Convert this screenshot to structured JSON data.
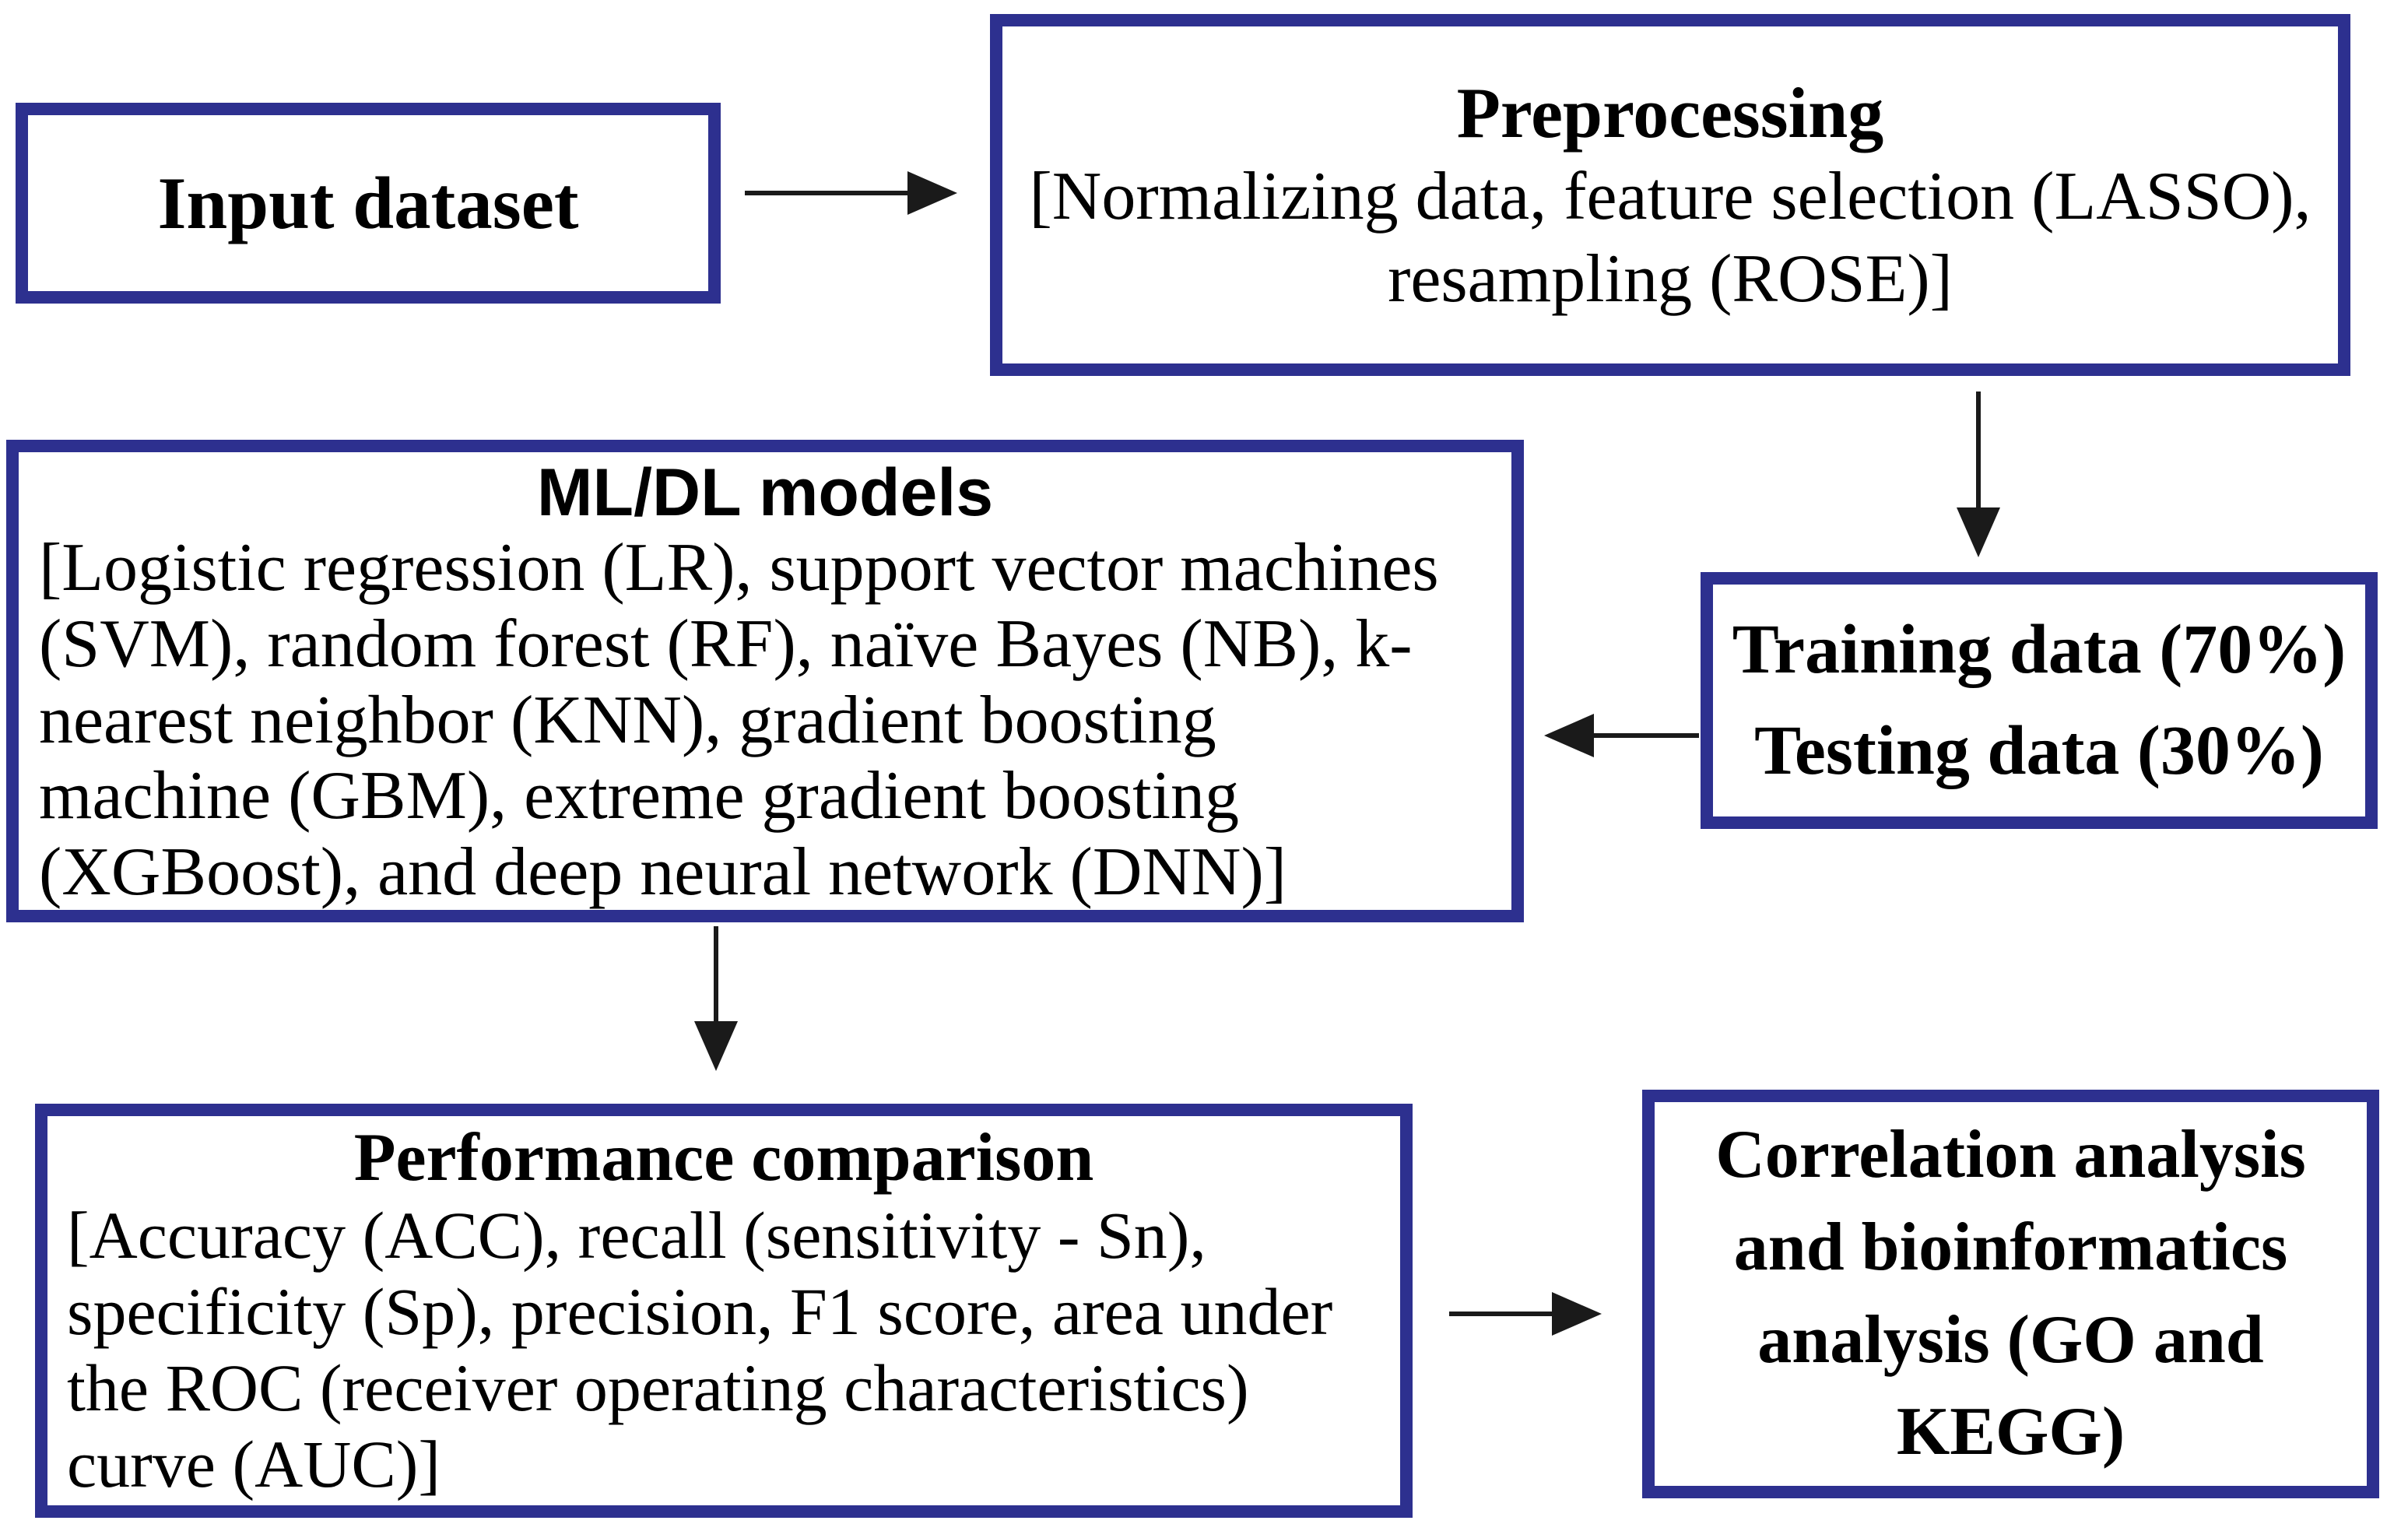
{
  "figure": {
    "type": "flowchart",
    "background": "#ffffff",
    "box_border_color": "#2d308f",
    "arrow_color": "#1a1a1a",
    "text_color": "#000000"
  },
  "nodes": {
    "input_dataset": {
      "title": "Input dataset"
    },
    "preprocessing": {
      "title": "Preprocessing",
      "lines": [
        "[Normalizing data, feature selection (LASSO),",
        "resampling (ROSE)]"
      ]
    },
    "training_testing": {
      "lines": [
        "Training data (70%)",
        "Testing data (30%)"
      ]
    },
    "ml_dl_models": {
      "title": "ML/DL models",
      "lines": [
        "[Logistic regression (LR), support vector machines",
        "(SVM), random forest (RF), naïve Bayes (NB), k-",
        "nearest neighbor (KNN), gradient boosting",
        "machine (GBM), extreme gradient boosting",
        "(XGBoost), and deep neural network (DNN)]"
      ]
    },
    "performance_comparison": {
      "title": "Performance comparison",
      "lines": [
        "[Accuracy (ACC), recall (sensitivity - Sn),",
        "specificity (Sp), precision, F1 score, area under",
        "the ROC (receiver operating characteristics)",
        "curve (AUC)]"
      ]
    },
    "correlation_bioinformatics": {
      "lines": [
        "Correlation analysis",
        "and bioinformatics",
        "analysis (GO and",
        "KEGG)"
      ]
    }
  },
  "edges": [
    {
      "from": "input_dataset",
      "to": "preprocessing",
      "direction": "right"
    },
    {
      "from": "preprocessing",
      "to": "training_testing",
      "direction": "down"
    },
    {
      "from": "training_testing",
      "to": "ml_dl_models",
      "direction": "left"
    },
    {
      "from": "ml_dl_models",
      "to": "performance_comparison",
      "direction": "down"
    },
    {
      "from": "performance_comparison",
      "to": "correlation_bioinformatics",
      "direction": "right"
    }
  ]
}
